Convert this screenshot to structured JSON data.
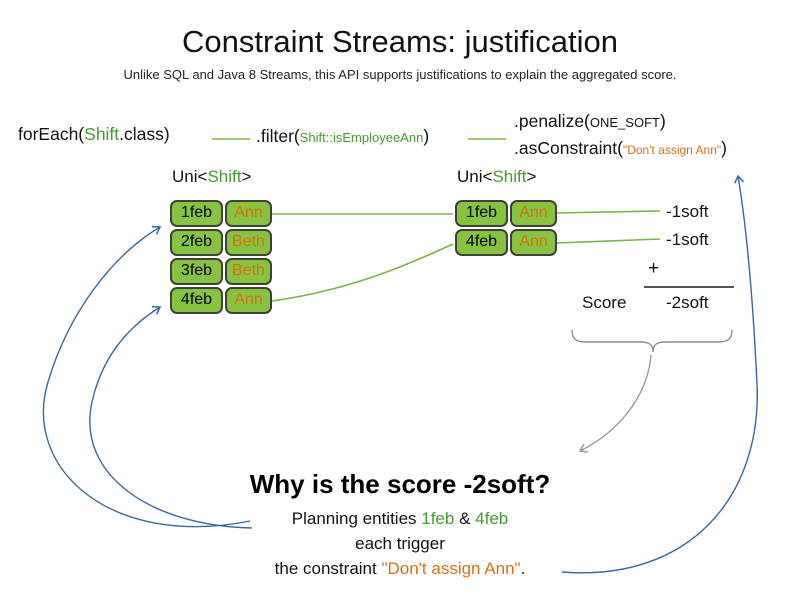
{
  "title": "Constraint Streams: justification",
  "subtitle": "Unlike SQL and Java 8 Streams, this API supports justifications to explain the aggregated score.",
  "code": {
    "foreach_prefix": "forEach(",
    "foreach_arg": "Shift",
    "foreach_suffix": ".class)",
    "filter_prefix": ".filter(",
    "filter_arg": "Shift::isEmployeeAnn",
    "filter_suffix": ")",
    "penalize_prefix": ".penalize(",
    "penalize_arg": "ONE_SOFT",
    "penalize_suffix": ")",
    "asconstraint_prefix": ".asConstraint(",
    "asconstraint_arg": "\"Don't assign Ann\"",
    "asconstraint_suffix": ")"
  },
  "left_table": {
    "label_prefix": "Uni<",
    "label_type": "Shift",
    "label_suffix": ">",
    "rows": [
      {
        "date": "1feb",
        "name": "Ann"
      },
      {
        "date": "2feb",
        "name": "Beth"
      },
      {
        "date": "3feb",
        "name": "Beth"
      },
      {
        "date": "4feb",
        "name": "Ann"
      }
    ]
  },
  "right_table": {
    "label_prefix": "Uni<",
    "label_type": "Shift",
    "label_suffix": ">",
    "rows": [
      {
        "date": "1feb",
        "name": "Ann",
        "score": "-1soft"
      },
      {
        "date": "4feb",
        "name": "Ann",
        "score": "-1soft"
      }
    ]
  },
  "score_summary": {
    "plus": "+",
    "label": "Score",
    "total": "-2soft"
  },
  "explanation": {
    "heading": "Why is the score -2soft?",
    "line1_prefix": "Planning entities ",
    "line1_entity1": "1feb",
    "line1_joiner": " & ",
    "line1_entity2": "4feb",
    "line2": "each trigger",
    "line3_prefix": "the constraint ",
    "line3_constraint": "\"Don't assign Ann\"",
    "line3_suffix": "."
  },
  "colors": {
    "green_text": "#459a2d",
    "line_green": "#7cb342",
    "cell_fill": "#86c440",
    "orange_text": "#d9700f",
    "arrow_blue": "#38679b",
    "arrow_gray": "#9a9a9a"
  }
}
